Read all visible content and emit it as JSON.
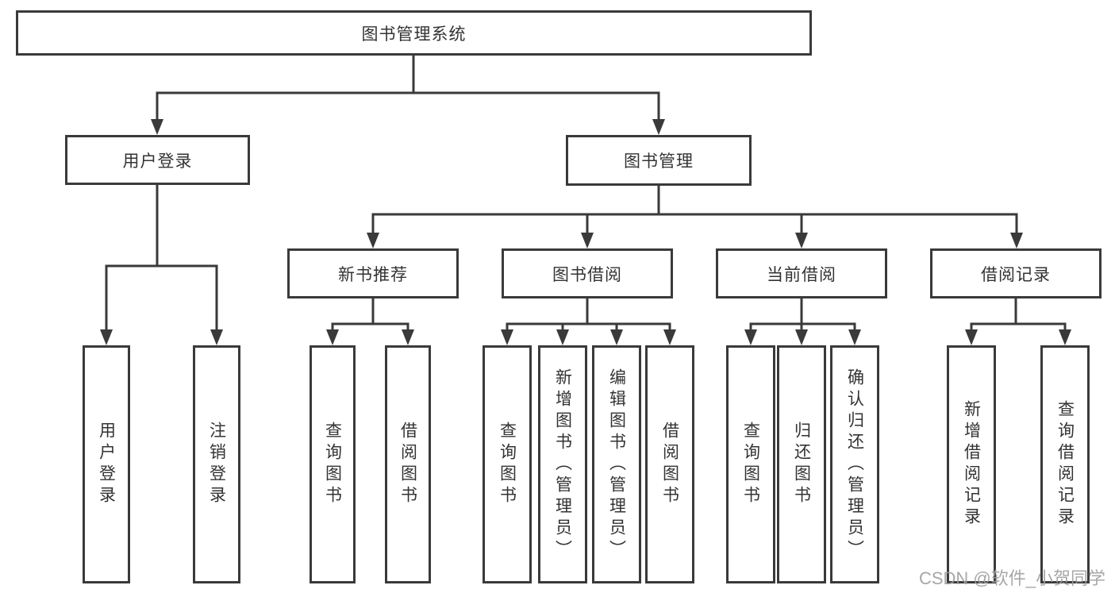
{
  "diagram": {
    "root": {
      "label": "图书管理系统"
    },
    "level2": {
      "user_login": {
        "label": "用户登录"
      },
      "book_management": {
        "label": "图书管理"
      }
    },
    "level3": {
      "new_book_recommend": {
        "label": "新书推荐"
      },
      "book_borrow": {
        "label": "图书借阅"
      },
      "current_borrow": {
        "label": "当前借阅"
      },
      "borrow_records": {
        "label": "借阅记录"
      }
    },
    "leaves": {
      "user_login": [
        "用户登录",
        "注销登录"
      ],
      "new_book_recommend": [
        "查询图书",
        "借阅图书"
      ],
      "book_borrow": [
        "查询图书",
        "新增图书（管理员）",
        "编辑图书（管理员）",
        "借阅图书"
      ],
      "current_borrow": [
        "查询图书",
        "归还图书",
        "确认归还（管理员）"
      ],
      "borrow_records": [
        "新增借阅记录",
        "查询借阅记录"
      ]
    },
    "watermark": "CSDN @软件_小贺同学",
    "colors": {
      "line": "#3a3a3a",
      "text": "#333333",
      "watermark": "#9e9e9e",
      "background": "#ffffff"
    }
  }
}
